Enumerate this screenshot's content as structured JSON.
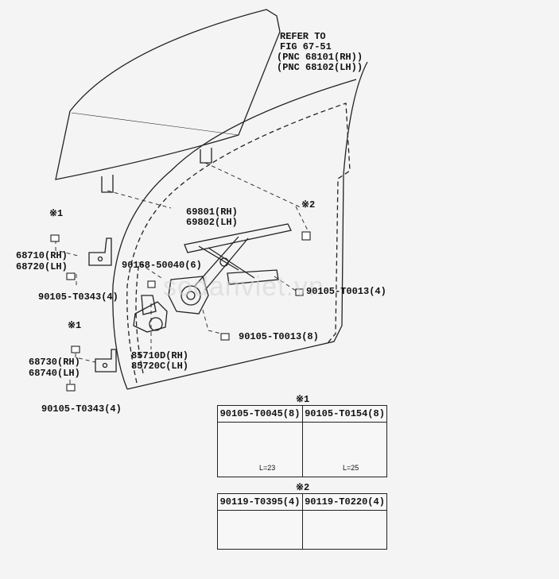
{
  "refer": {
    "line1": "REFER TO",
    "line2": "FIG 67-51",
    "line3": "(PNC 68101(RH))",
    "line4": "(PNC 68102(LH))"
  },
  "parts": {
    "regulator_rh": "69801(RH)",
    "regulator_lh": "69802(LH)",
    "bolt_90168": "90168-50040(6)",
    "hinge_upper_rh": "68710(RH)",
    "hinge_upper_lh": "68720(LH)",
    "bolt_upper": "90105-T0343(4)",
    "hinge_lower_rh": "68730(RH)",
    "hinge_lower_lh": "68740(LH)",
    "bolt_lower": "90105-T0343(4)",
    "motor_rh": "85710D(RH)",
    "motor_lh": "85720C(LH)",
    "bolt_t0013_a": "90105-T0013(4)",
    "bolt_t0013_b": "90105-T0013(8)",
    "mark1_a": "※1",
    "mark1_b": "※1",
    "mark2_a": "※2"
  },
  "table1": {
    "mark": "※1",
    "left_pn": "90105-T0045(8)",
    "left_len": "L=23",
    "right_pn": "90105-T0154(8)",
    "right_len": "L=25"
  },
  "table2": {
    "mark": "※2",
    "left_pn": "90119-T0395(4)",
    "right_pn": "90119-T0220(4)"
  },
  "watermark": "sodanviet.vn"
}
